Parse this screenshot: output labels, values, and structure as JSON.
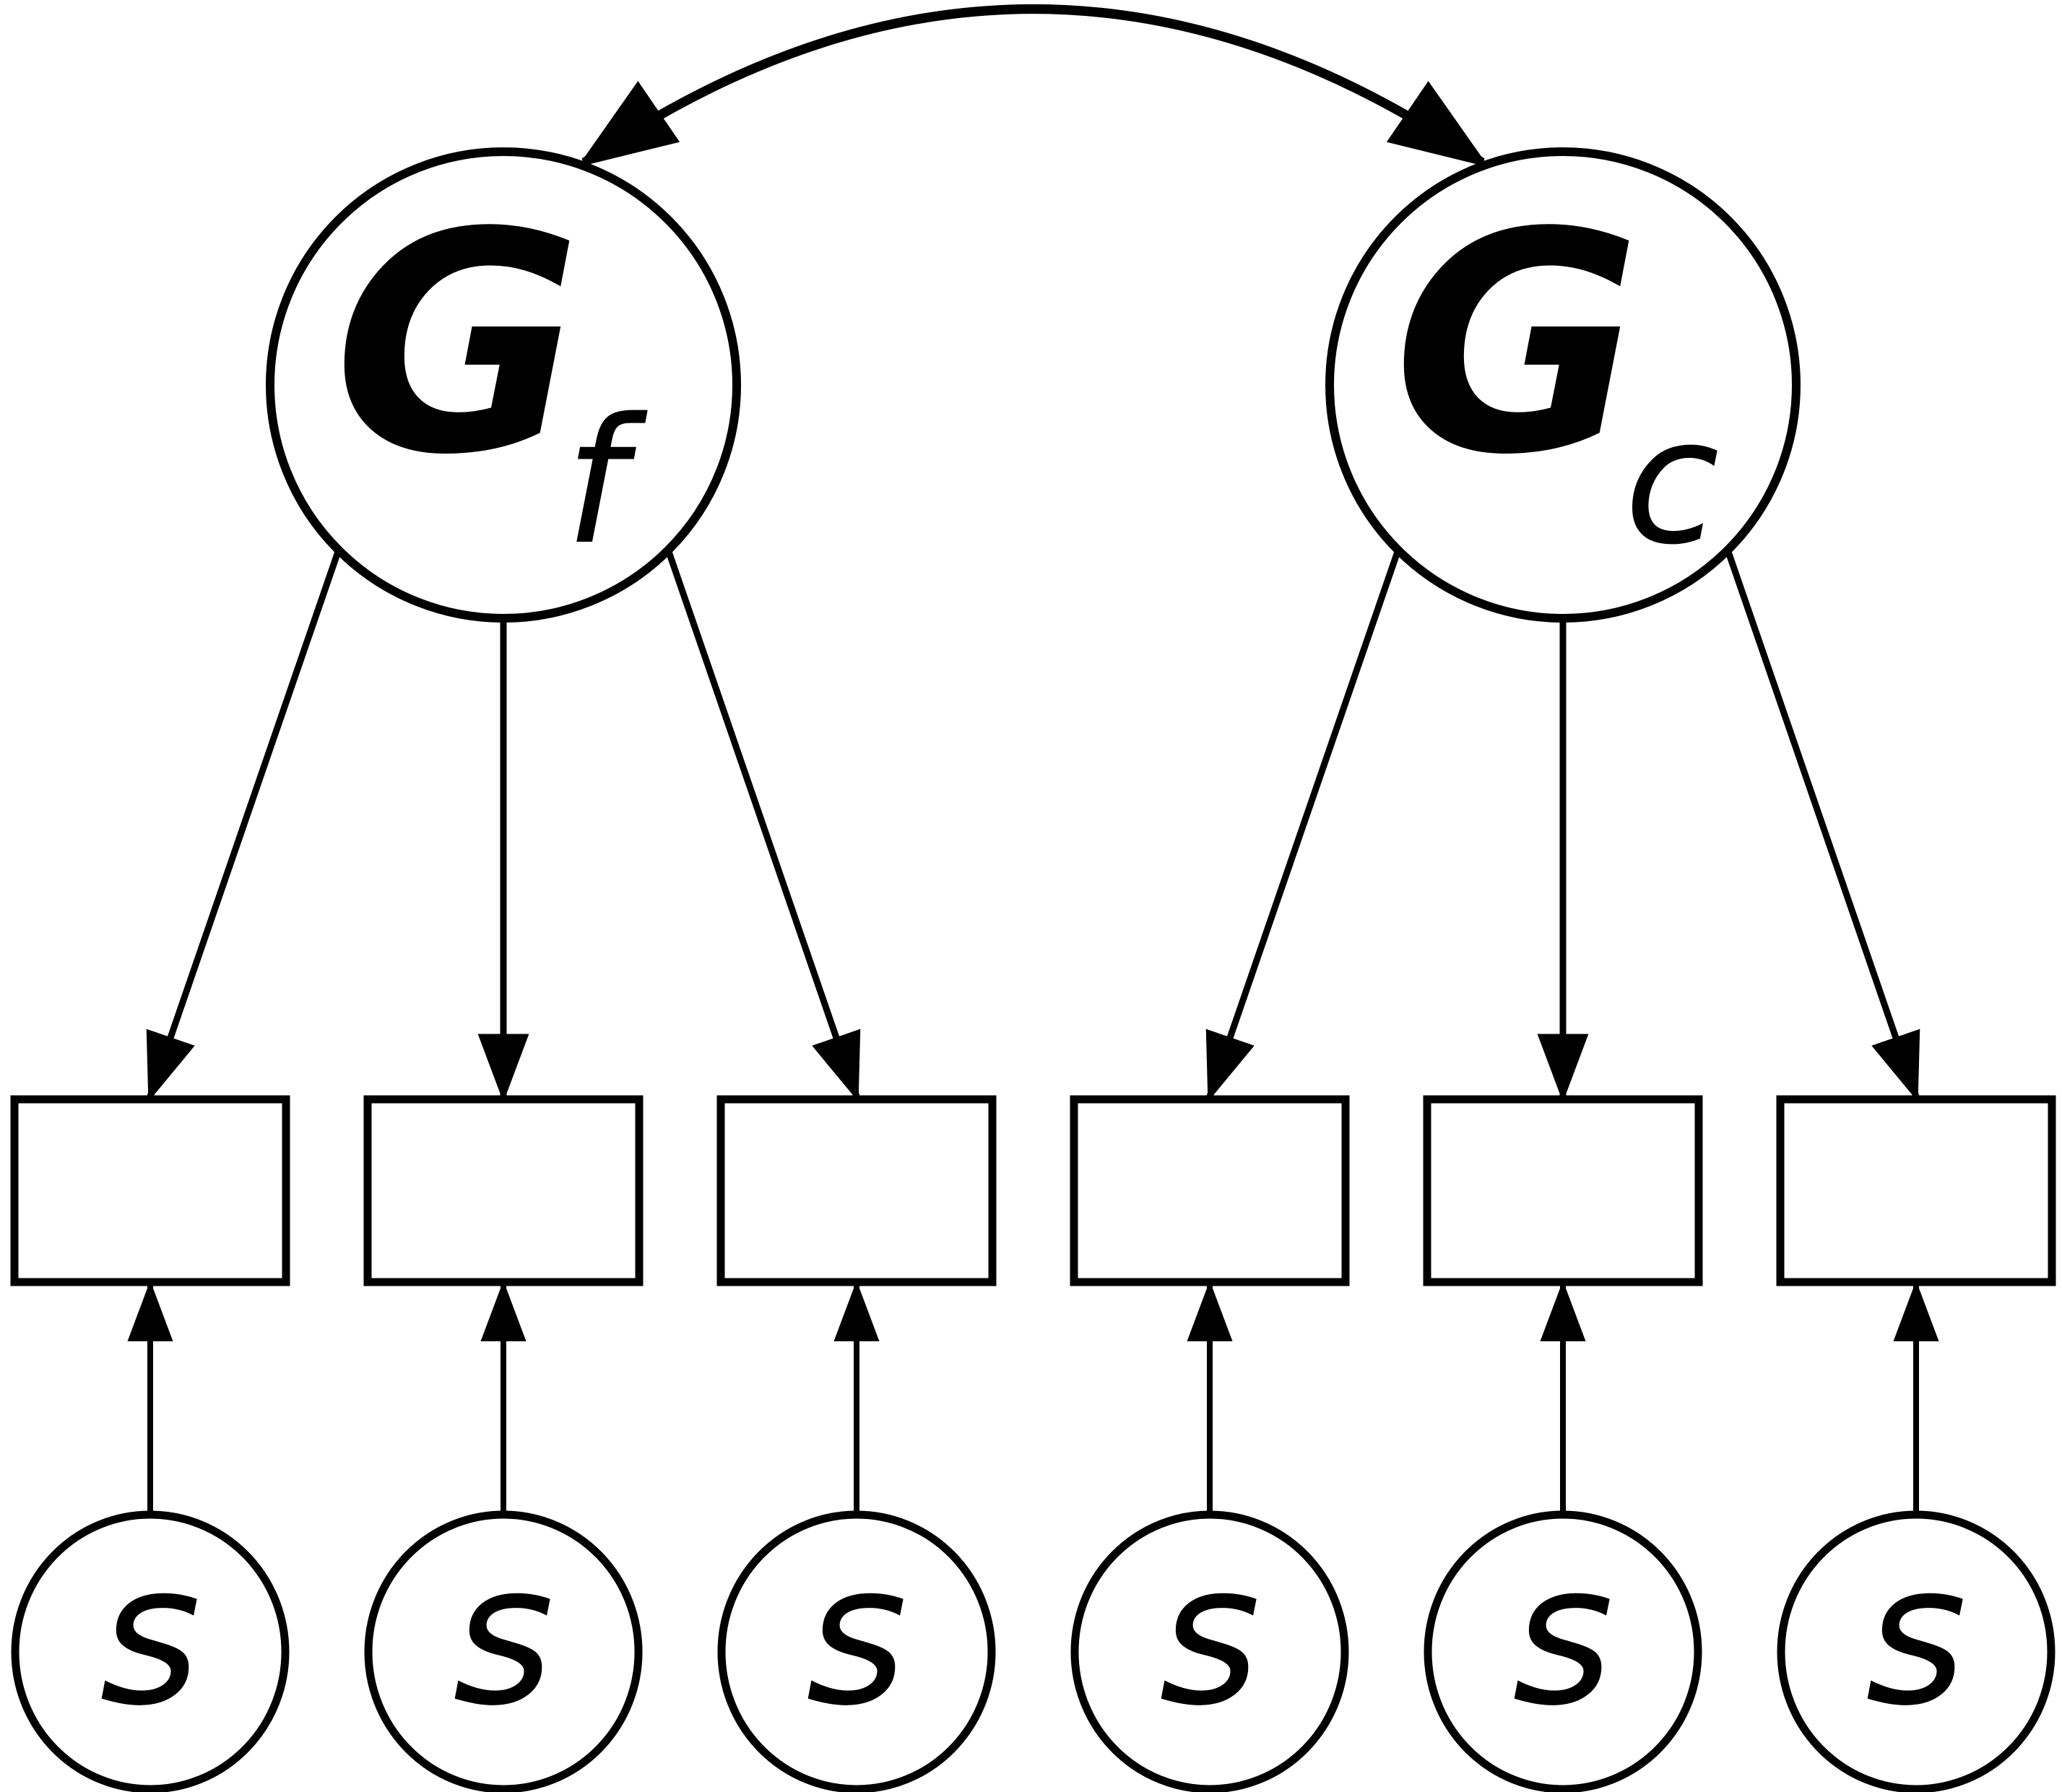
{
  "diagram": {
    "type": "structural-equation-model-path-diagram",
    "colors": {
      "line": "#000000",
      "shape_fill": "#ffffff",
      "background": "#ffffff"
    },
    "latent_factors": [
      {
        "id": "gf",
        "label": "G",
        "subscript": "f"
      },
      {
        "id": "gc",
        "label": "G",
        "subscript": "c"
      }
    ],
    "covariance": {
      "between": [
        "gf",
        "gc"
      ],
      "style": "double-headed-curved-arrow"
    },
    "observed_variables": {
      "count": 6,
      "labels": [
        "",
        "",
        "",
        "",
        "",
        ""
      ],
      "loadings": {
        "gf": [
          1,
          2,
          3
        ],
        "gc": [
          4,
          5,
          6
        ]
      }
    },
    "specific_factors": [
      {
        "label": "s"
      },
      {
        "label": "s"
      },
      {
        "label": "s"
      },
      {
        "label": "s"
      },
      {
        "label": "s"
      },
      {
        "label": "s"
      }
    ]
  }
}
